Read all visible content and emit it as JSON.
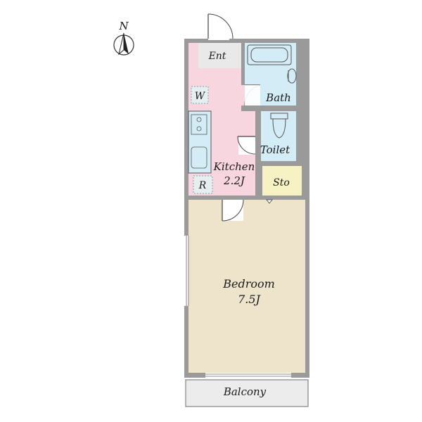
{
  "compass": {
    "label": "N"
  },
  "rooms": {
    "entrance": {
      "label": "Ent"
    },
    "bath": {
      "label": "Bath"
    },
    "washer": {
      "label": "W"
    },
    "toilet": {
      "label": "Toilet"
    },
    "kitchen": {
      "label": "Kitchen",
      "size": "2.2J"
    },
    "fridge": {
      "label": "R"
    },
    "storage": {
      "label": "Sto"
    },
    "bedroom": {
      "label": "Bedroom",
      "size": "7.5J"
    },
    "balcony": {
      "label": "Balcony"
    }
  },
  "colors": {
    "wall": "#9a9a9a",
    "kitchen": "#f7d6df",
    "bath": "#d3ecf6",
    "toilet": "#d3ecf6",
    "storage": "#f6f2c4",
    "bedroom": "#ede4cb",
    "entrance": "#e9e9e9",
    "balcony": "#ececec"
  }
}
